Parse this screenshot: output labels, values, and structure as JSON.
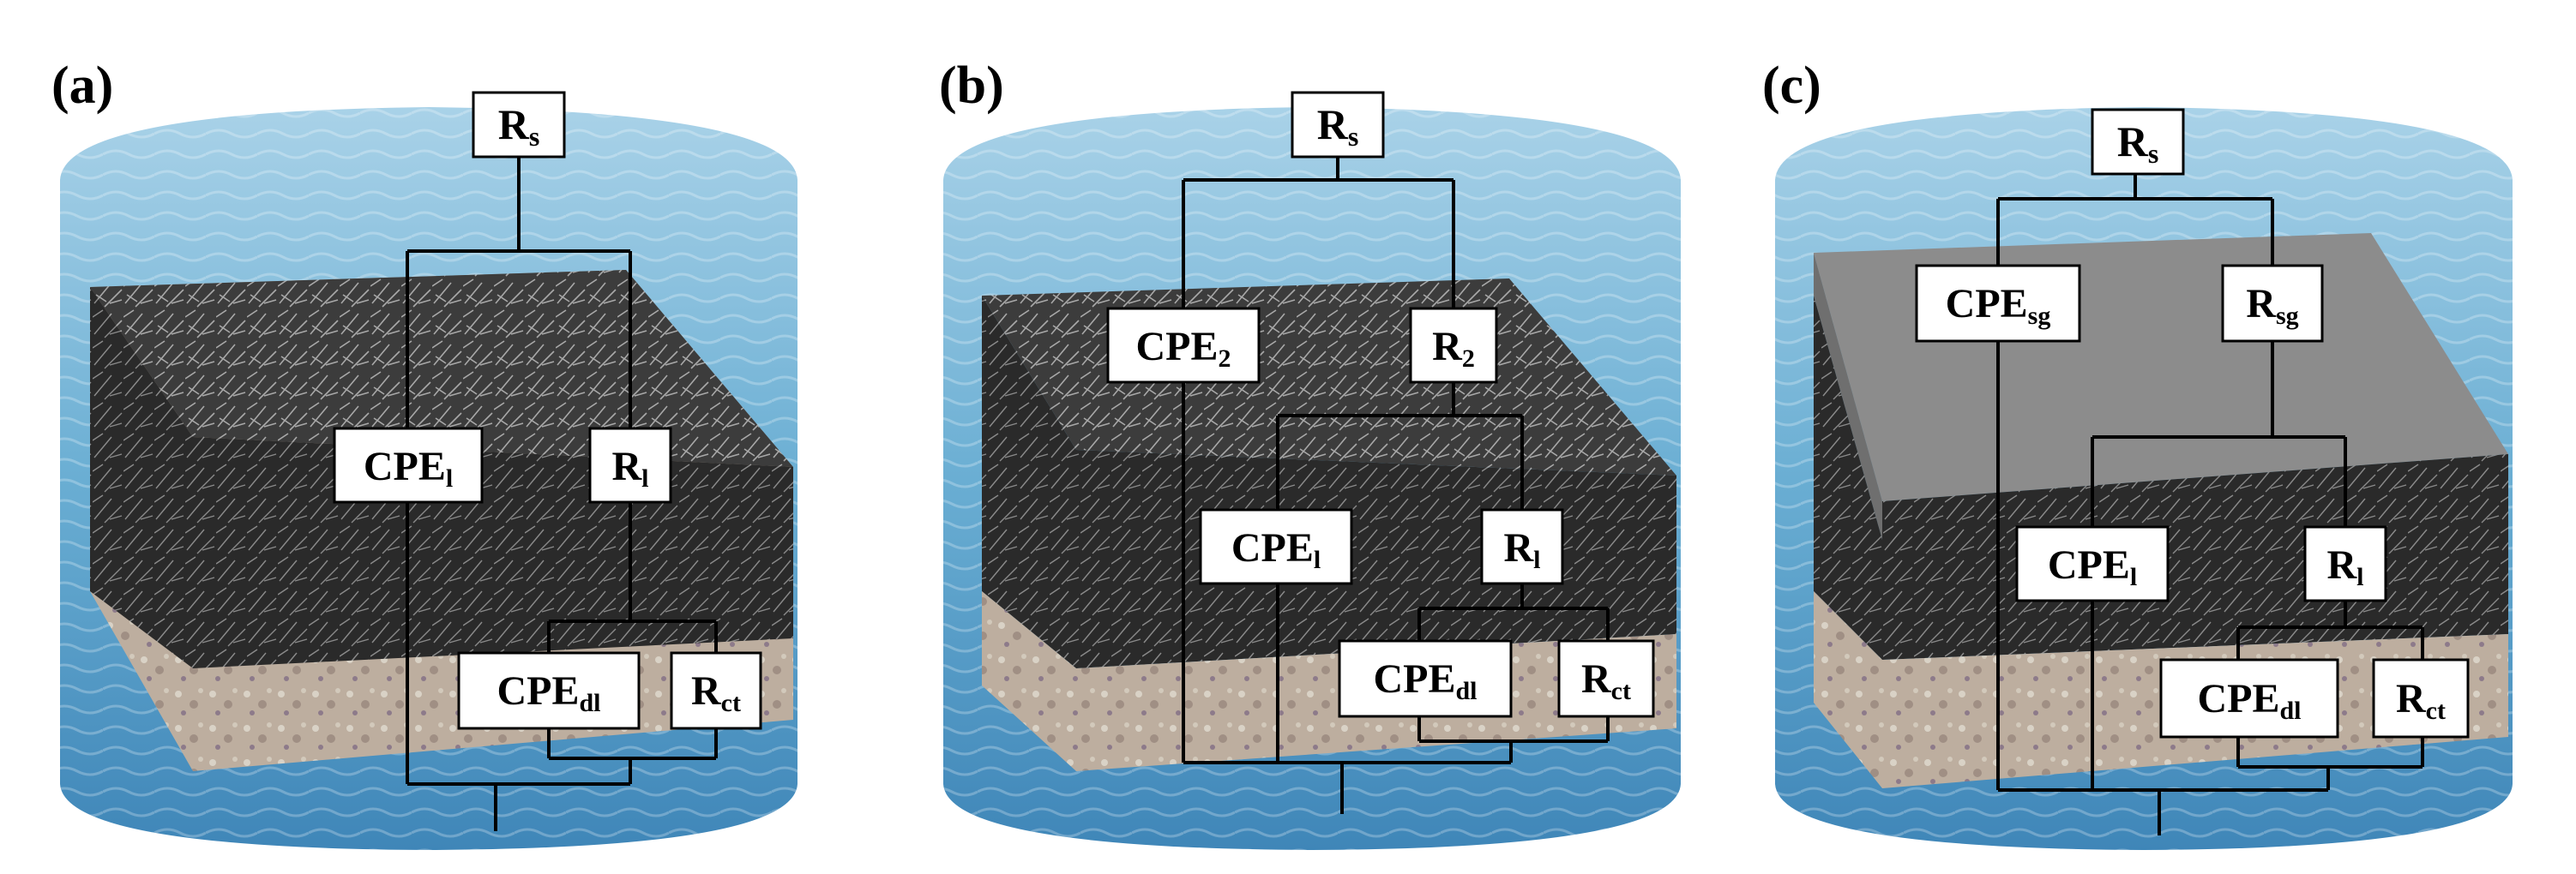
{
  "colors": {
    "water_light": "#a9d2e8",
    "water_mid": "#6aaed3",
    "water_deep": "#3f86b8",
    "coating_top": "#3c3c3c",
    "coating_side": "#2b2b2b",
    "substrate": "#b8a79a",
    "sealing_gray": "#8a8a8a",
    "wire": "#000000"
  },
  "panels": [
    {
      "letter": "(a)",
      "components": [
        {
          "main": "R",
          "sub": "s"
        },
        {
          "main": "CPE",
          "sub": "l"
        },
        {
          "main": "R",
          "sub": "l"
        },
        {
          "main": "CPE",
          "sub": "dl"
        },
        {
          "main": "R",
          "sub": "ct"
        }
      ]
    },
    {
      "letter": "(b)",
      "components": [
        {
          "main": "R",
          "sub": "s"
        },
        {
          "main": "CPE",
          "sub": "2"
        },
        {
          "main": "R",
          "sub": "2"
        },
        {
          "main": "CPE",
          "sub": "l"
        },
        {
          "main": "R",
          "sub": "l"
        },
        {
          "main": "CPE",
          "sub": "dl"
        },
        {
          "main": "R",
          "sub": "ct"
        }
      ]
    },
    {
      "letter": "(c)",
      "components": [
        {
          "main": "R",
          "sub": "s"
        },
        {
          "main": "CPE",
          "sub": "sg"
        },
        {
          "main": "R",
          "sub": "sg"
        },
        {
          "main": "CPE",
          "sub": "l"
        },
        {
          "main": "R",
          "sub": "l"
        },
        {
          "main": "CPE",
          "sub": "dl"
        },
        {
          "main": "R",
          "sub": "ct"
        }
      ]
    }
  ]
}
